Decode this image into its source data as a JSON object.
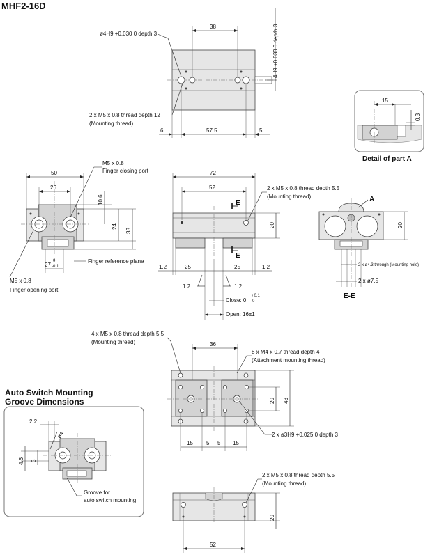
{
  "model": "MHF2-16D",
  "top_view": {
    "hole_note": "ø4H9 +0.030 0 depth 3",
    "dim_38": "38",
    "side_note": "4H9 +0.030 0 depth 3",
    "thread_note": "2 x M5 x 0.8 thread depth 12",
    "thread_sub": "(Mounting thread)",
    "dim_6": "6",
    "dim_57_5": "57.5",
    "dim_5": "5"
  },
  "detail_a": {
    "dim_15": "15",
    "dim_0_3": "0.3",
    "caption": "Detail of part A"
  },
  "end_view": {
    "dim_50": "50",
    "dim_26": "26",
    "dim_10_6": "10.6",
    "dim_24": "24",
    "dim_33": "33",
    "close_port": "M5 x 0.8",
    "close_port_sub": "Finger closing port",
    "open_port": "M5 x 0.8",
    "open_port_sub": "Finger opening port",
    "dim_27": "27",
    "tol_27_upper": "0",
    "tol_27_lower": "-0.1",
    "finger_ref": "Finger reference plane"
  },
  "front_view": {
    "dim_72": "72",
    "dim_52": "52",
    "thread_note": "2 x M5 x 0.8 thread depth 5.5",
    "thread_sub": "(Mounting thread)",
    "dim_20": "20",
    "section_label": "E",
    "dim_1_2": "1.2",
    "dim_25": "25",
    "close_label": "Close: 0",
    "close_tol_upper": "+0.1",
    "close_tol_lower": "0",
    "open_label": "Open: 16±1"
  },
  "section_ee": {
    "label_a": "A",
    "dim_20": "20",
    "through_hole": "2 x ø4.3 through (Mounting hole)",
    "dia_note": "2 x ø7.5",
    "caption": "E-E"
  },
  "bottom_view": {
    "thread_note": "4 x M5 x 0.8 thread depth 5.5",
    "thread_sub": "(Mounting thread)",
    "dim_36": "36",
    "attach_note": "8 x M4 x 0.7 thread depth 4",
    "attach_sub": "(Attachment mounting thread)",
    "dim_20": "20",
    "dim_43": "43",
    "pin_note": "2 x ø3H9 +0.025 0 depth 3",
    "dim_15_left": "15",
    "dim_5_left": "5",
    "dim_5_right": "5",
    "dim_15_right": "15"
  },
  "auto_switch": {
    "title_line1": "Auto Switch Mounting",
    "title_line2": "Groove Dimensions",
    "dim_2_2": "2.2",
    "dim_4": "ø4",
    "dim_4_6": "4.6",
    "dim_3": "3",
    "groove_line1": "Groove for",
    "groove_line2": "auto switch mounting"
  },
  "side_bottom": {
    "thread_note": "2 x M5 x 0.8 thread depth 5.5",
    "thread_sub": "(Mounting thread)",
    "dim_20": "20",
    "dim_52": "52"
  }
}
